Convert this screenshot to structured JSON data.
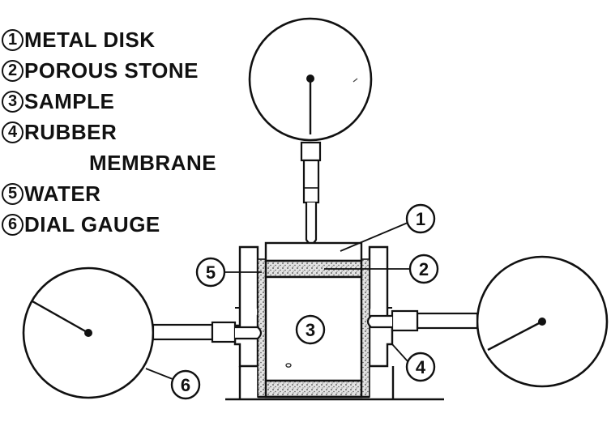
{
  "legend": {
    "items": [
      {
        "num": "1",
        "label": "METAL DISK"
      },
      {
        "num": "2",
        "label": "POROUS STONE"
      },
      {
        "num": "3",
        "label": "SAMPLE"
      },
      {
        "num": "4",
        "label": "RUBBER"
      },
      {
        "num": "",
        "label": "MEMBRANE"
      },
      {
        "num": "5",
        "label": "WATER"
      },
      {
        "num": "6",
        "label": "DIAL GAUGE"
      }
    ]
  },
  "callouts": {
    "c1": "1",
    "c2": "2",
    "c3": "3",
    "c4": "4",
    "c5": "5",
    "c6": "6"
  },
  "colors": {
    "ink": "#111111",
    "background": "#ffffff",
    "stone_fill": "#cfcfcf"
  }
}
